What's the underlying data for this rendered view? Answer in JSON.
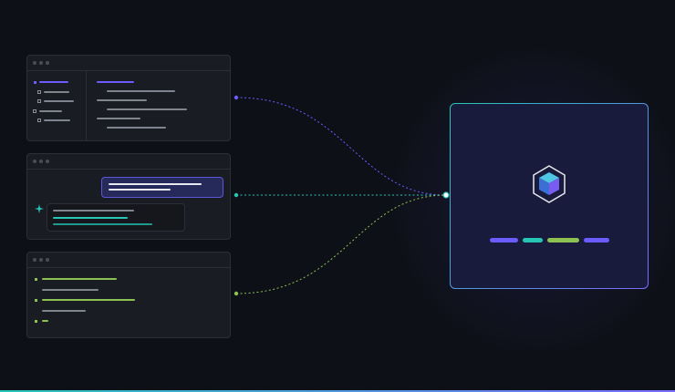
{
  "diagram": {
    "colors": {
      "background": "#0e1017",
      "accent_purple": "#6b5cff",
      "accent_teal": "#26c6b5",
      "accent_green": "#8dc152",
      "text_line": "#7f848f"
    },
    "sources": [
      {
        "id": "document-window",
        "kind": "document",
        "connector_color": "#6b5cff"
      },
      {
        "id": "chat-window",
        "kind": "chat",
        "connector_color": "#26c6b5"
      },
      {
        "id": "checklist-window",
        "kind": "checklist",
        "connector_color": "#8dc152"
      }
    ],
    "hub": {
      "icon": "cube-icon",
      "pills": [
        "#6b5cff",
        "#26c6b5",
        "#8dc152",
        "#6b5cff"
      ]
    },
    "chat_spark_icon": "sparkle-icon"
  }
}
